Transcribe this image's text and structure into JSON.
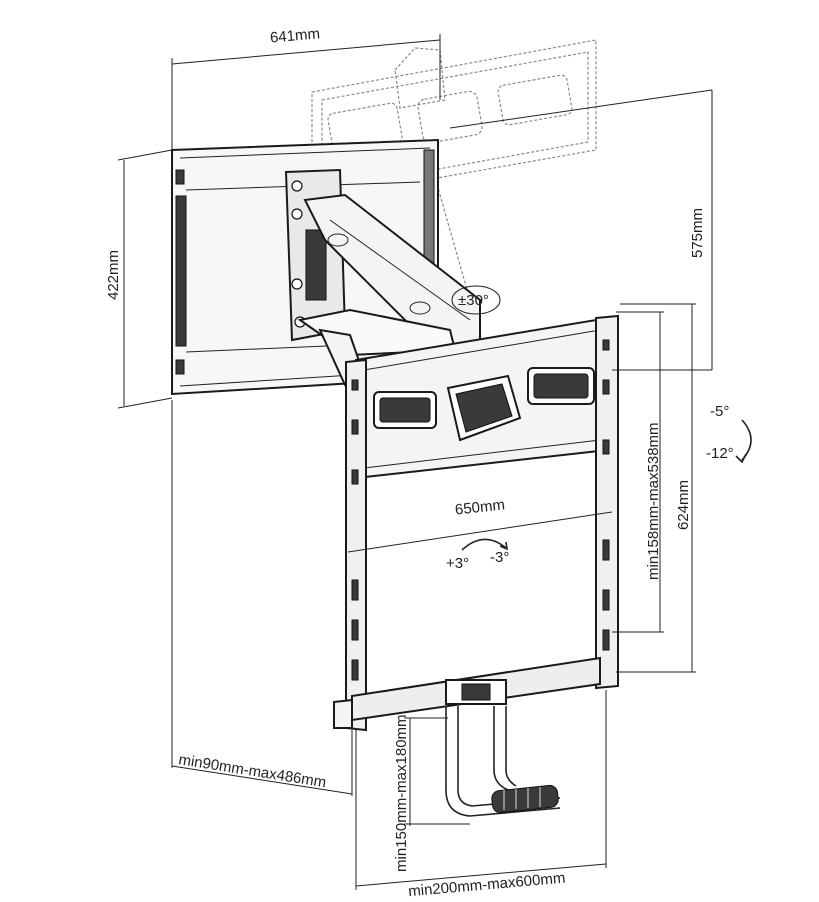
{
  "diagram": {
    "labels": {
      "width_641": "641mm",
      "height_422": "422mm",
      "height_575": "575mm",
      "swivel": "±30°",
      "tilt_top": "-5°",
      "tilt_bottom": "-12°",
      "width_650": "650mm",
      "rotate_plus": "+3°",
      "rotate_minus": "-3°",
      "vesa_vertical": "min158mm-max538mm",
      "height_624": "624mm",
      "depth": "min90mm-max486mm",
      "handle": "min150mm-max180mm",
      "vesa_horizontal": "min200mm-max600mm"
    }
  }
}
